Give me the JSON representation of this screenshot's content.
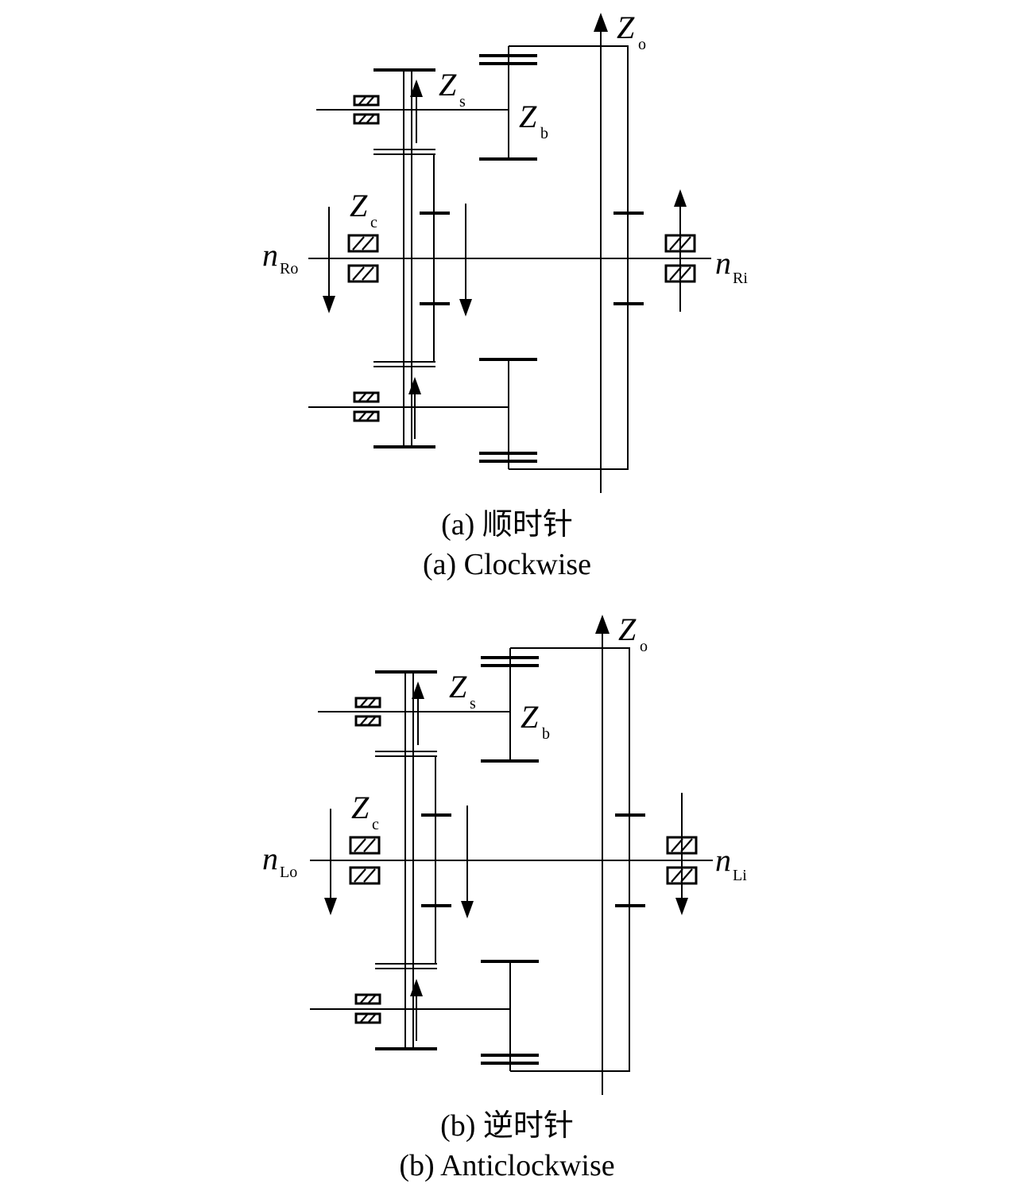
{
  "panels": [
    {
      "id": "a",
      "caption_cn": "(a) 顺时针",
      "caption_en": "(a) Clockwise",
      "labels": {
        "z_o": {
          "main": "Z",
          "sub": "o"
        },
        "z_s": {
          "main": "Z",
          "sub": "s"
        },
        "z_b": {
          "main": "Z",
          "sub": "b"
        },
        "z_c": {
          "main": "Z",
          "sub": "c"
        },
        "n_out": {
          "main": "n",
          "sub": "Ro"
        },
        "n_in": {
          "main": "n",
          "sub": "Ri"
        }
      },
      "input_arrow_direction": "up"
    },
    {
      "id": "b",
      "caption_cn": "(b) 逆时针",
      "caption_en": "(b) Anticlockwise",
      "labels": {
        "z_o": {
          "main": "Z",
          "sub": "o"
        },
        "z_s": {
          "main": "Z",
          "sub": "s"
        },
        "z_b": {
          "main": "Z",
          "sub": "b"
        },
        "z_c": {
          "main": "Z",
          "sub": "c"
        },
        "n_out": {
          "main": "n",
          "sub": "Lo"
        },
        "n_in": {
          "main": "n",
          "sub": "Li"
        }
      },
      "input_arrow_direction": "down"
    }
  ]
}
